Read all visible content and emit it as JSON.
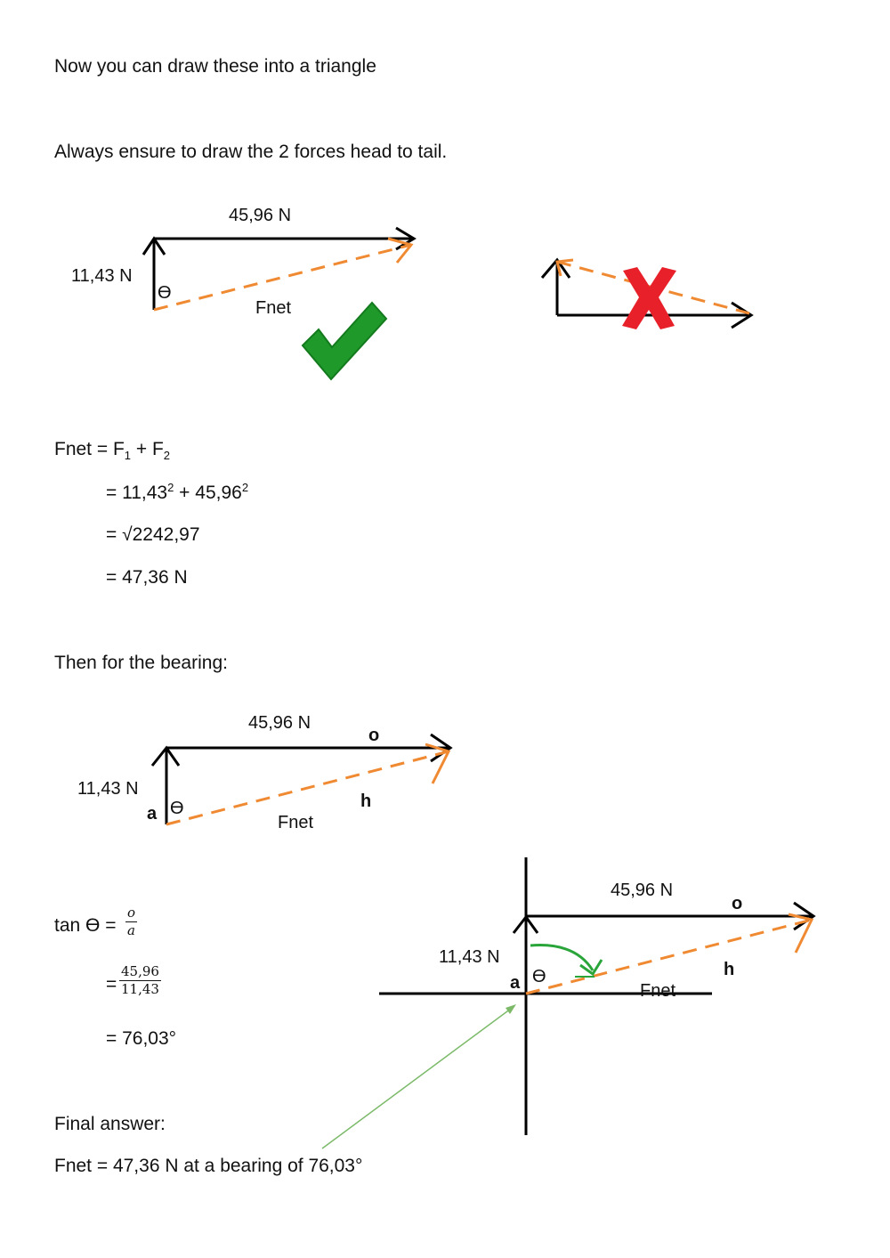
{
  "intro": {
    "line1": "Now you can draw these into a triangle",
    "line2": "Always ensure to draw the 2 forces head to tail."
  },
  "diagram1": {
    "top_force": "45,96 N",
    "side_force": "11,43 N",
    "angle": "ϴ",
    "resultant": "Fnet",
    "check_icon": "check-mark-icon",
    "wrong_icon": "cross-mark-icon",
    "correct_color": "#1f9a2a",
    "wrong_color": "#e8202a",
    "dash_color": "#f08a32"
  },
  "magnitude": {
    "lhs": "Fnet = F",
    "sub1": "1",
    "plus": " + F",
    "sub2": "2",
    "step1_a": "= 11,43",
    "sup1": "2",
    "step1_b": " + 45,96",
    "sup2": "2",
    "step2": "= √2242,97",
    "step3": "= 47,36 N"
  },
  "bearing": {
    "heading": "Then for the bearing:",
    "top_force": "45,96 N",
    "side_force": "11,43 N",
    "opposite": "o",
    "hypotenuse": "h",
    "adjacent": "a",
    "angle": "ϴ",
    "resultant": "Fnet"
  },
  "tan": {
    "lhs": "tan ϴ  =",
    "num1": "o",
    "den1": "a",
    "eq": "=",
    "num2": "45,96",
    "den2": "11,43",
    "result": "= 76,03°"
  },
  "diagram3": {
    "top_force": "45,96 N",
    "side_force": "11,43 N",
    "opposite": "o",
    "hypotenuse": "h",
    "adjacent": "a",
    "angle": "ϴ",
    "resultant": "Fnet"
  },
  "final": {
    "heading": "Final answer:",
    "answer": "Fnet = 47,36 N at a bearing of 76,03°"
  }
}
